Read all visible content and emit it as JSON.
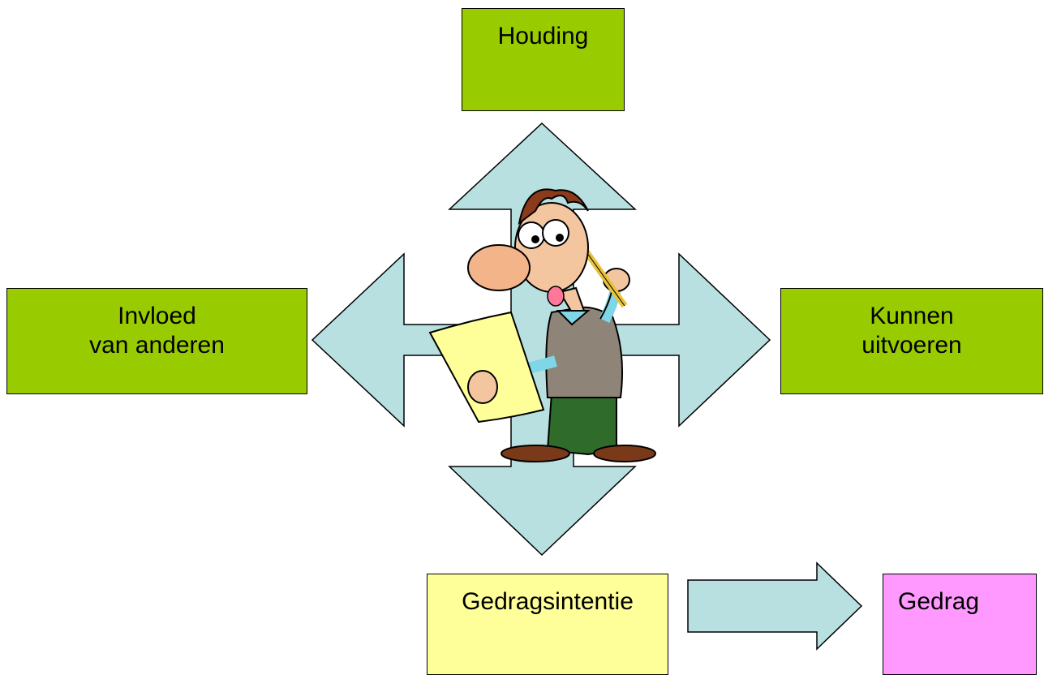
{
  "colors": {
    "green": "#99cc00",
    "yellow": "#ffff99",
    "pink": "#ff99ff",
    "arrow_fill": "#b8e0e0"
  },
  "boxes": {
    "houding": {
      "line1": "Houding"
    },
    "invloed": {
      "line1": "Invloed",
      "line2": "van anderen"
    },
    "kunnen": {
      "line1": "Kunnen",
      "line2": "uitvoeren"
    },
    "intentie": {
      "line1": "Gedragsintentie"
    },
    "gedrag": {
      "line1": "Gedrag"
    }
  },
  "figure": {
    "icon": "thinking-man-with-pencil-and-paper"
  }
}
